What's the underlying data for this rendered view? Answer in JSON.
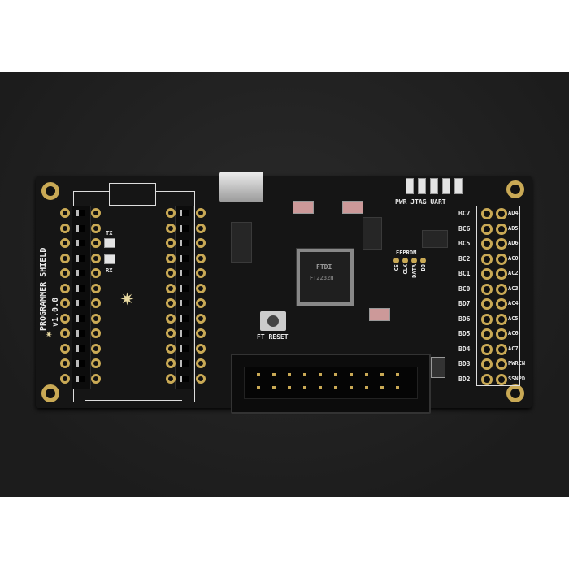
{
  "board": {
    "title": "PROGRAMMER SHIELD",
    "version": "v1.0.0",
    "chip_brand": "FTDI",
    "chip_part": "FT2232H",
    "reset_label": "FT RESET",
    "jumper_labels": [
      "TX",
      "RX"
    ],
    "status_leds": "PWR JTAG UART",
    "eeprom_label": "EEPROM",
    "eeprom_pins": [
      "CS",
      "CLK",
      "DATA",
      "DO"
    ],
    "left_pin_labels": [
      "BC7",
      "BC6",
      "BC5",
      "BC2",
      "BC1",
      "BC0",
      "BD7",
      "BD6",
      "BD5",
      "BD4",
      "BD3",
      "BD2"
    ],
    "right_pin_labels": [
      "AD4",
      "AD5",
      "AD6",
      "AC0",
      "AC2",
      "AC3",
      "AC4",
      "AC5",
      "AC6",
      "AC7",
      "PWREN",
      "SSNPD"
    ]
  },
  "colors": {
    "pcb": "#151515",
    "gold": "#c9a955",
    "silk": "#e8e8e8",
    "background": "#222222"
  }
}
